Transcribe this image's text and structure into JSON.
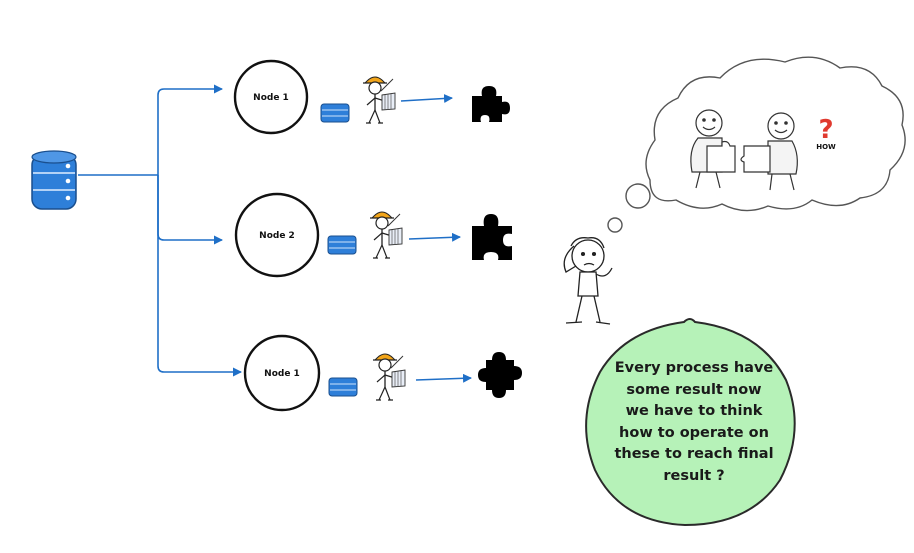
{
  "nodes": [
    {
      "label": "Node 1"
    },
    {
      "label": "Node 2"
    },
    {
      "label": "Node 1"
    }
  ],
  "thought_cloud": {
    "how_label": "HOW",
    "question_mark": "?"
  },
  "speech_bubble": {
    "lines": [
      "Every process have",
      "some result now",
      "we have to think",
      "how to operate on",
      "these to reach final",
      "result ?"
    ]
  },
  "colors": {
    "database": "#2e7fd9",
    "arrow": "#1f6fc7",
    "bubble_fill": "#b6f2b8",
    "bubble_stroke": "#2a2a2a",
    "helmet": "#f2a51a",
    "question": "#e03a2f",
    "puzzle": "#000000"
  }
}
